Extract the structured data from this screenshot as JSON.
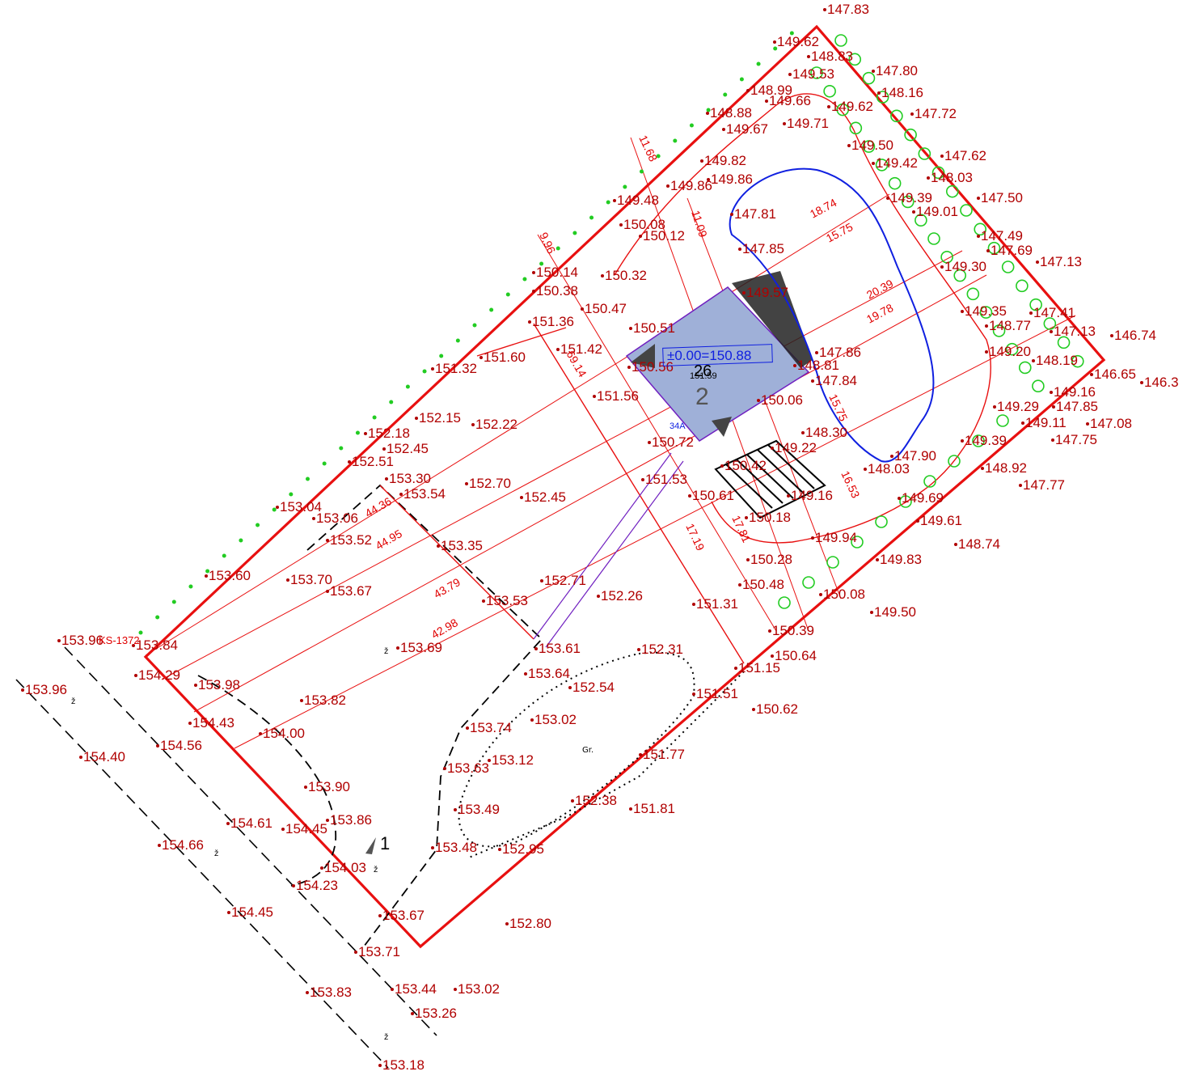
{
  "colors": {
    "boundary": "#e81010",
    "spot": "#b00000",
    "dim": "#e00000",
    "tree": "#22cc22",
    "contour_blue": "#1020e0",
    "building_fill": "#9fb0d8",
    "building_edge": "#7020c0"
  },
  "labels": {
    "level": "±0.00=150.88",
    "house_no": "26",
    "house_no_small": "151.59",
    "building_no": "2",
    "building_code": "34A",
    "parcel_no": "1",
    "parcel_code": "KS-1372",
    "gr": "Gr.",
    "z1": "ž",
    "z2": "ž",
    "z3": "ž",
    "z4": "ž",
    "z5": "ž"
  },
  "dims": [
    "11.68",
    "9.96",
    "11.09",
    "18.74",
    "15.75",
    "20.39",
    "19.78",
    "15.75",
    "16.53",
    "17.19",
    "17.81",
    "44.36",
    "44.95",
    "43.79",
    "42.98",
    "69.14"
  ],
  "icons": [
    "tree-deciduous-icon",
    "tree-conifer-icon",
    "shrub-icon",
    "hedge-dot-icon",
    "arrow-north-icon"
  ],
  "spots": [
    {
      "v": "147.83"
    },
    {
      "v": "149.62"
    },
    {
      "v": "148.83"
    },
    {
      "v": "149.53"
    },
    {
      "v": "147.80"
    },
    {
      "v": "148.99"
    },
    {
      "v": "148.16"
    },
    {
      "v": "149.66"
    },
    {
      "v": "149.62"
    },
    {
      "v": "147.72"
    },
    {
      "v": "148.88"
    },
    {
      "v": "149.71"
    },
    {
      "v": "149.67"
    },
    {
      "v": "149.50"
    },
    {
      "v": "147.62"
    },
    {
      "v": "149.82"
    },
    {
      "v": "149.42"
    },
    {
      "v": "148.03"
    },
    {
      "v": "149.86"
    },
    {
      "v": "149.86"
    },
    {
      "v": "149.39"
    },
    {
      "v": "147.50"
    },
    {
      "v": "149.48"
    },
    {
      "v": "149.01"
    },
    {
      "v": "147.81"
    },
    {
      "v": "150.08"
    },
    {
      "v": "150.12"
    },
    {
      "v": "147.49"
    },
    {
      "v": "147.69"
    },
    {
      "v": "147.13"
    },
    {
      "v": "149.30"
    },
    {
      "v": "147.85"
    },
    {
      "v": "150.14"
    },
    {
      "v": "150.32"
    },
    {
      "v": "150.38"
    },
    {
      "v": "149.57"
    },
    {
      "v": "149.35"
    },
    {
      "v": "147.41"
    },
    {
      "v": "150.47"
    },
    {
      "v": "148.77"
    },
    {
      "v": "147.13"
    },
    {
      "v": "146.74"
    },
    {
      "v": "151.36"
    },
    {
      "v": "150.51"
    },
    {
      "v": "151.42"
    },
    {
      "v": "149.20"
    },
    {
      "v": "151.60"
    },
    {
      "v": "147.86"
    },
    {
      "v": "148.19"
    },
    {
      "v": "151.32"
    },
    {
      "v": "150.56"
    },
    {
      "v": "148.81"
    },
    {
      "v": "146.65"
    },
    {
      "v": "146.3"
    },
    {
      "v": "147.84"
    },
    {
      "v": "149.16"
    },
    {
      "v": "151.56"
    },
    {
      "v": "150.06"
    },
    {
      "v": "147.85"
    },
    {
      "v": "152.15"
    },
    {
      "v": "152.22"
    },
    {
      "v": "149.29"
    },
    {
      "v": "149.11"
    },
    {
      "v": "147.08"
    },
    {
      "v": "152.18"
    },
    {
      "v": "148.30"
    },
    {
      "v": "149.39"
    },
    {
      "v": "147.75"
    },
    {
      "v": "152.45"
    },
    {
      "v": "150.72"
    },
    {
      "v": "149.22"
    },
    {
      "v": "147.90"
    },
    {
      "v": "152.51"
    },
    {
      "v": "150.42"
    },
    {
      "v": "148.03"
    },
    {
      "v": "148.92"
    },
    {
      "v": "151.53"
    },
    {
      "v": "153.30"
    },
    {
      "v": "152.70"
    },
    {
      "v": "147.77"
    },
    {
      "v": "153.54"
    },
    {
      "v": "152.45"
    },
    {
      "v": "150.61"
    },
    {
      "v": "149.16"
    },
    {
      "v": "149.69"
    },
    {
      "v": "153.04"
    },
    {
      "v": "150.18"
    },
    {
      "v": "149.61"
    },
    {
      "v": "153.06"
    },
    {
      "v": "149.94"
    },
    {
      "v": "148.74"
    },
    {
      "v": "153.52"
    },
    {
      "v": "153.35"
    },
    {
      "v": "150.28"
    },
    {
      "v": "149.83"
    },
    {
      "v": "153.60"
    },
    {
      "v": "153.70"
    },
    {
      "v": "152.71"
    },
    {
      "v": "150.48"
    },
    {
      "v": "153.67"
    },
    {
      "v": "152.26"
    },
    {
      "v": "150.08"
    },
    {
      "v": "153.53"
    },
    {
      "v": "151.31"
    },
    {
      "v": "149.50"
    },
    {
      "v": "150.39"
    },
    {
      "v": "153.96"
    },
    {
      "v": "153.84"
    },
    {
      "v": "153.69"
    },
    {
      "v": "153.61"
    },
    {
      "v": "152.31"
    },
    {
      "v": "150.64"
    },
    {
      "v": "151.15"
    },
    {
      "v": "154.29"
    },
    {
      "v": "153.64"
    },
    {
      "v": "153.98"
    },
    {
      "v": "153.96"
    },
    {
      "v": "152.54"
    },
    {
      "v": "151.51"
    },
    {
      "v": "153.82"
    },
    {
      "v": "150.62"
    },
    {
      "v": "154.43"
    },
    {
      "v": "153.02"
    },
    {
      "v": "154.00"
    },
    {
      "v": "153.74"
    },
    {
      "v": "154.56"
    },
    {
      "v": "151.77"
    },
    {
      "v": "154.40"
    },
    {
      "v": "153.12"
    },
    {
      "v": "153.63"
    },
    {
      "v": "153.90"
    },
    {
      "v": "152.38"
    },
    {
      "v": "151.81"
    },
    {
      "v": "153.49"
    },
    {
      "v": "153.86"
    },
    {
      "v": "154.61"
    },
    {
      "v": "154.45"
    },
    {
      "v": "154.66"
    },
    {
      "v": "153.48"
    },
    {
      "v": "152.95"
    },
    {
      "v": "154.03"
    },
    {
      "v": "154.23"
    },
    {
      "v": "153.67"
    },
    {
      "v": "152.80"
    },
    {
      "v": "154.45"
    },
    {
      "v": "153.71"
    },
    {
      "v": "153.44"
    },
    {
      "v": "153.02"
    },
    {
      "v": "153.83"
    },
    {
      "v": "153.26"
    },
    {
      "v": "153.18"
    }
  ]
}
